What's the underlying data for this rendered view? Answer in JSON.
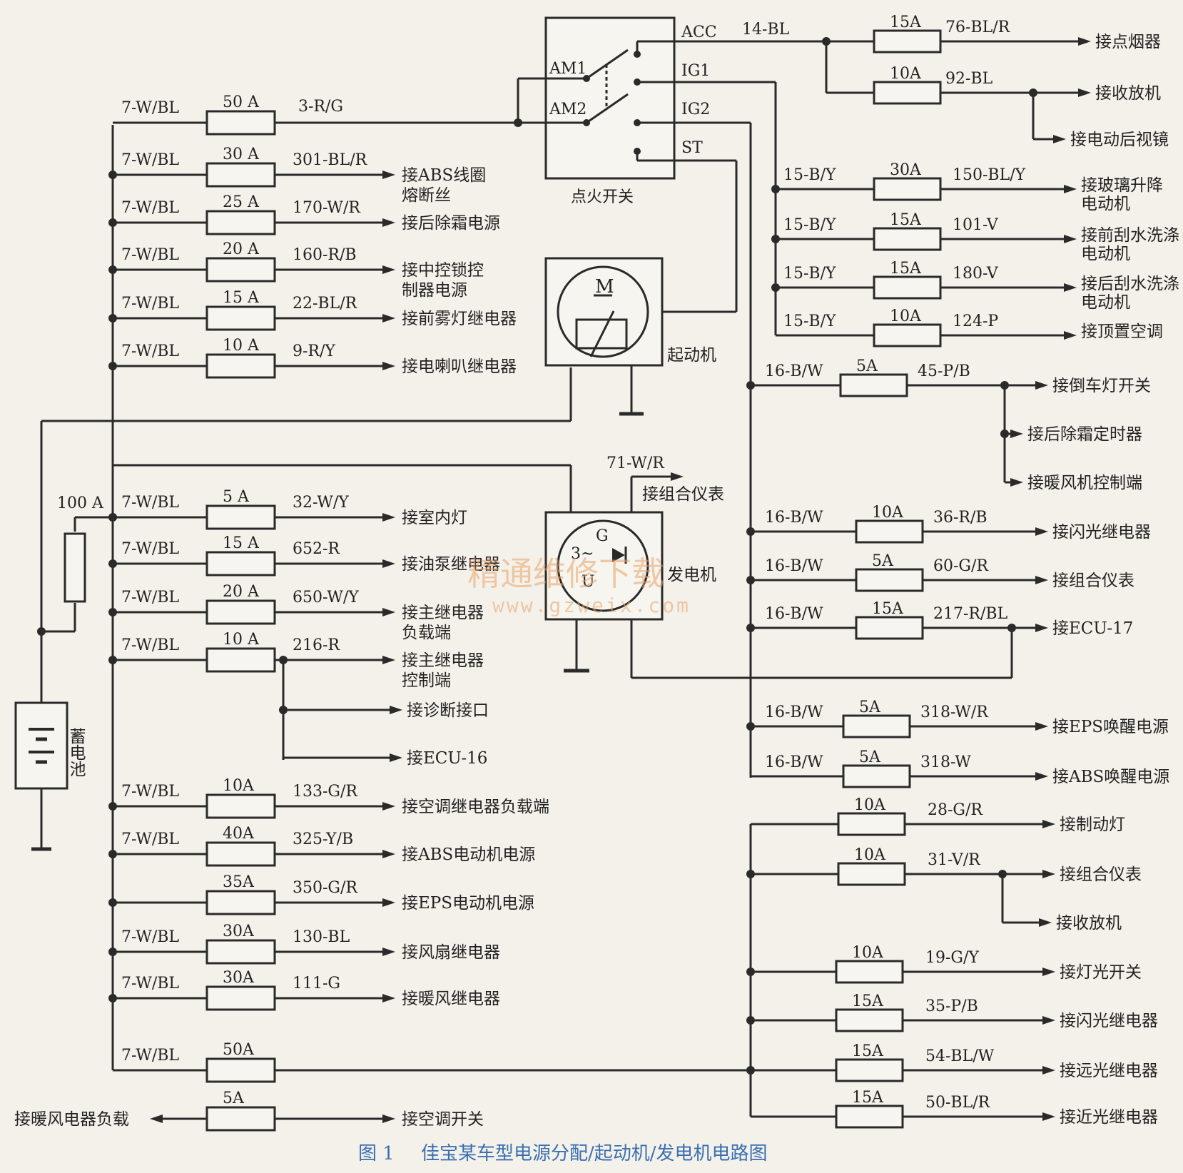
{
  "caption": {
    "number": "图 1",
    "title": "佳宝某车型电源分配/起动机/发电机电路图"
  },
  "watermark": {
    "cn": "精通维修下载",
    "url": "www.gzweix.com"
  },
  "components": {
    "ignition_switch": {
      "name": "点火开关",
      "terminals": [
        "ACC",
        "AM1",
        "IG1",
        "AM2",
        "IG2",
        "ST"
      ]
    },
    "starter": {
      "name": "起动机",
      "symbol": "M"
    },
    "alternator": {
      "name": "发电机",
      "symbol_g": "G",
      "symbol_3": "3~",
      "symbol_u": "U"
    },
    "battery": {
      "name": "蓄电池",
      "main_fuse": "100 A"
    },
    "feed_wire": "7-W/BL",
    "ig2_wire": "16-B/W",
    "ig1_wire": "15-B/Y"
  },
  "left_circuits": [
    {
      "fuse": "50 A",
      "wire": "3-R/G",
      "dest": ""
    },
    {
      "fuse": "30 A",
      "wire": "301-BL/R",
      "dest": "接ABS线圈",
      "dest2": "熔断丝"
    },
    {
      "fuse": "25 A",
      "wire": "170-W/R",
      "dest": "接后除霜电源"
    },
    {
      "fuse": "20 A",
      "wire": "160-R/B",
      "dest": "接中控锁控",
      "dest2": "制器电源"
    },
    {
      "fuse": "15 A",
      "wire": "22-BL/R",
      "dest": "接前雾灯继电器"
    },
    {
      "fuse": "10 A",
      "wire": "9-R/Y",
      "dest": "接电喇叭继电器"
    },
    {
      "fuse": "5 A",
      "wire": "32-W/Y",
      "dest": "接室内灯"
    },
    {
      "fuse": "15 A",
      "wire": "652-R",
      "dest": "接油泵继电器"
    },
    {
      "fuse": "20 A",
      "wire": "650-W/Y",
      "dest": "接主继电器",
      "dest2": "负载端"
    },
    {
      "fuse": "10 A",
      "wire": "216-R",
      "dest": "接主继电器",
      "dest2": "控制端",
      "branches": [
        "接诊断接口",
        "接ECU-16"
      ]
    },
    {
      "fuse": "10A",
      "wire": "133-G/R",
      "dest": "接空调继电器负载端"
    },
    {
      "fuse": "40A",
      "wire": "325-Y/B",
      "dest": "接ABS电动机电源"
    },
    {
      "fuse": "35A",
      "wire": "350-G/R",
      "dest": "接EPS电动机电源"
    },
    {
      "fuse": "30A",
      "wire": "130-BL",
      "dest": "接风扇继电器"
    },
    {
      "fuse": "30A",
      "wire": "111-G",
      "dest": "接暖风继电器"
    },
    {
      "fuse": "50A",
      "wire": "",
      "dest": ""
    },
    {
      "fuse": "5A",
      "wire": "",
      "dest": "接空调开关",
      "dest_left": "接暖风电器负载"
    }
  ],
  "alt_output": {
    "wire": "71-W/R",
    "dest": "接组合仪表"
  },
  "acc_circuits": {
    "wire": "14-BL",
    "items": [
      {
        "fuse": "15A",
        "wire": "76-BL/R",
        "dest": "接点烟器"
      },
      {
        "fuse": "10A",
        "wire": "92-BL",
        "dest": "接收放机",
        "branches": [
          "接电动后视镜"
        ]
      }
    ]
  },
  "ig1_circuits": [
    {
      "fuse": "30A",
      "wire": "150-BL/Y",
      "dest": "接玻璃升降",
      "dest2": "电动机"
    },
    {
      "fuse": "15A",
      "wire": "101-V",
      "dest": "接前刮水洗涤",
      "dest2": "电动机"
    },
    {
      "fuse": "15A",
      "wire": "180-V",
      "dest": "接后刮水洗涤",
      "dest2": "电动机"
    },
    {
      "fuse": "10A",
      "wire": "124-P",
      "dest": "接顶置空调"
    }
  ],
  "ig2_circuits": [
    {
      "fuse": "5A",
      "wire": "45-P/B",
      "dest": "接倒车灯开关",
      "branches": [
        "接后除霜定时器",
        "接暖风机控制端"
      ]
    },
    {
      "fuse": "10A",
      "wire": "36-R/B",
      "dest": "接闪光继电器"
    },
    {
      "fuse": "5A",
      "wire": "60-G/R",
      "dest": "接组合仪表"
    },
    {
      "fuse": "15A",
      "wire": "217-R/BL",
      "dest": "接ECU-17"
    },
    {
      "fuse": "5A",
      "wire": "318-W/R",
      "dest": "接EPS唤醒电源"
    },
    {
      "fuse": "5A",
      "wire": "318-W",
      "dest": "接ABS唤醒电源"
    }
  ],
  "bottom_right_circuits": [
    {
      "fuse": "10A",
      "wire": "28-G/R",
      "dest": "接制动灯"
    },
    {
      "fuse": "10A",
      "wire": "31-V/R",
      "dest": "接组合仪表",
      "branches": [
        "接收放机"
      ]
    },
    {
      "fuse": "10A",
      "wire": "19-G/Y",
      "dest": "接灯光开关"
    },
    {
      "fuse": "15A",
      "wire": "35-P/B",
      "dest": "接闪光继电器"
    },
    {
      "fuse": "15A",
      "wire": "54-BL/W",
      "dest": "接远光继电器"
    },
    {
      "fuse": "15A",
      "wire": "50-BL/R",
      "dest": "接近光继电器"
    }
  ]
}
